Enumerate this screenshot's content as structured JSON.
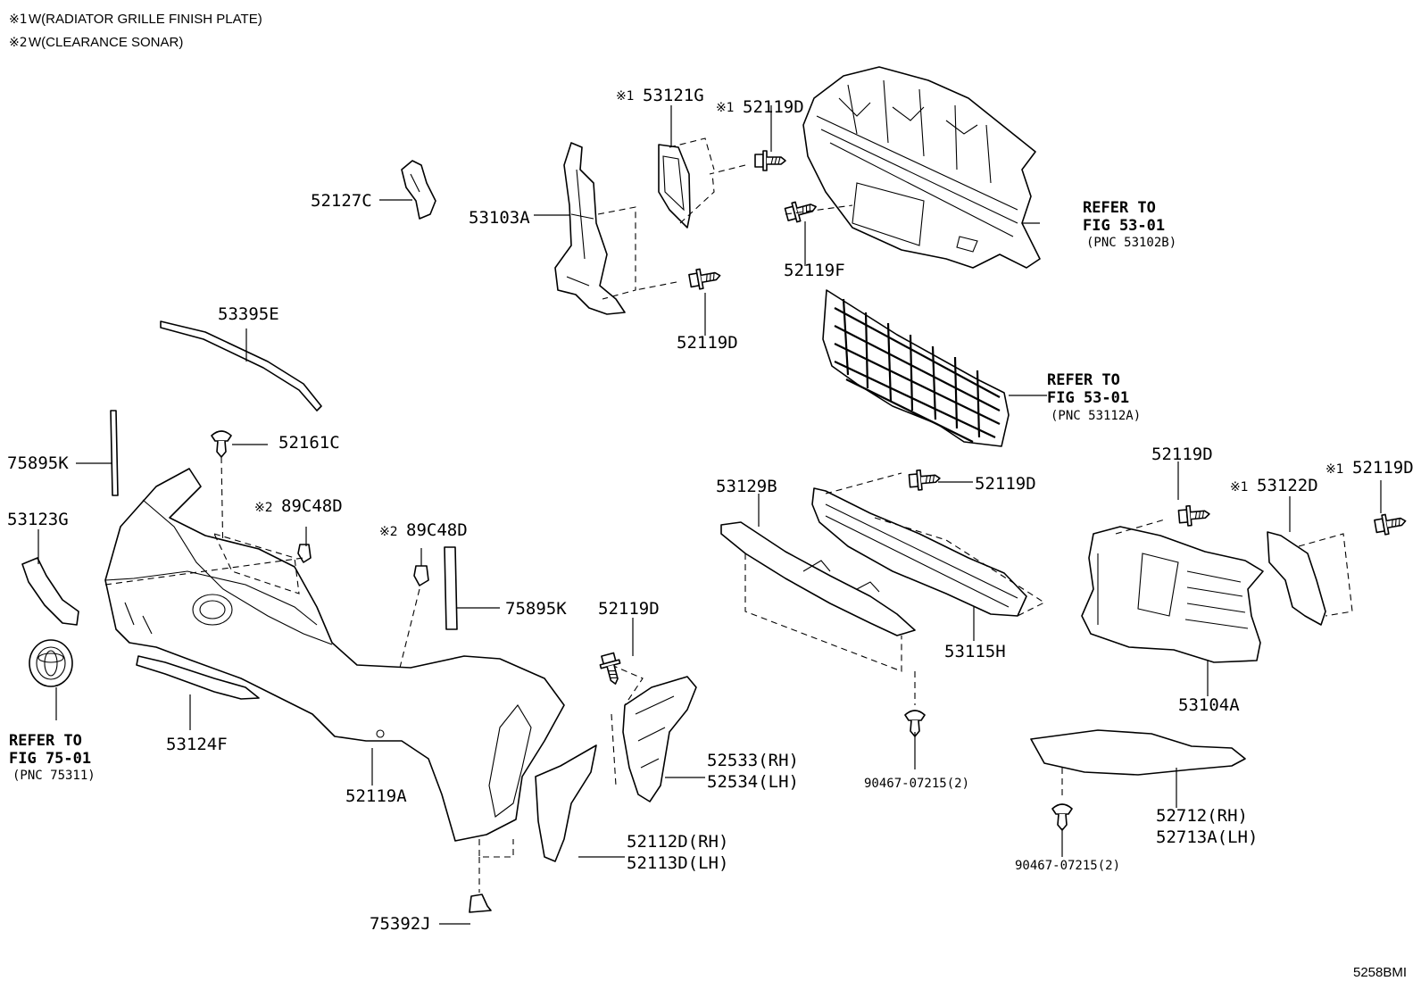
{
  "notes": [
    {
      "mark": "※1",
      "text": "W(RADIATOR GRILLE FINISH PLATE)"
    },
    {
      "mark": "※2",
      "text": "W(CLEARANCE SONAR)"
    }
  ],
  "parts": {
    "p53121G": {
      "mark": "※1",
      "code": "53121G"
    },
    "p52119D_top": {
      "mark": "※1",
      "code": "52119D"
    },
    "p52127C": {
      "code": "52127C"
    },
    "p53103A": {
      "code": "53103A"
    },
    "p52119F": {
      "code": "52119F"
    },
    "p52119D_mid": {
      "code": "52119D"
    },
    "p53395E": {
      "code": "53395E"
    },
    "p52161C": {
      "code": "52161C"
    },
    "p75895K_left": {
      "code": "75895K"
    },
    "p89C48D_a": {
      "mark": "※2",
      "code": "89C48D"
    },
    "p89C48D_b": {
      "mark": "※2",
      "code": "89C48D"
    },
    "p53123G": {
      "code": "53123G"
    },
    "p75895K_right": {
      "code": "75895K"
    },
    "p52119D_lower": {
      "code": "52119D"
    },
    "p53124F": {
      "code": "53124F"
    },
    "p52119A": {
      "code": "52119A"
    },
    "p52533": {
      "code": "52533(RH)"
    },
    "p52534": {
      "code": "52534(LH)"
    },
    "p52112D": {
      "code": "52112D(RH)"
    },
    "p52113D": {
      "code": "52113D(LH)"
    },
    "p75392J": {
      "code": "75392J"
    },
    "p53129B": {
      "code": "53129B"
    },
    "p52119D_bar": {
      "code": "52119D"
    },
    "p53115H": {
      "code": "53115H"
    },
    "p90467_a": {
      "code": "90467-07215(2)"
    },
    "p52119D_r1": {
      "code": "52119D"
    },
    "p52119D_r2": {
      "mark": "※1",
      "code": "52119D"
    },
    "p53122D": {
      "mark": "※1",
      "code": "53122D"
    },
    "p53104A": {
      "code": "53104A"
    },
    "p52712": {
      "code": "52712(RH)"
    },
    "p52713A": {
      "code": "52713A(LH)"
    },
    "p90467_b": {
      "code": "90467-07215(2)"
    }
  },
  "refs": {
    "ref_53102B": {
      "line1": "REFER TO",
      "line2": "FIG 53-01",
      "line3": "(PNC 53102B)"
    },
    "ref_53112A": {
      "line1": "REFER TO",
      "line2": "FIG 53-01",
      "line3": "(PNC 53112A)"
    },
    "ref_75311": {
      "line1": "REFER TO",
      "line2": "FIG 75-01",
      "line3": "(PNC 75311)"
    }
  },
  "figure_code": "5258BMI"
}
